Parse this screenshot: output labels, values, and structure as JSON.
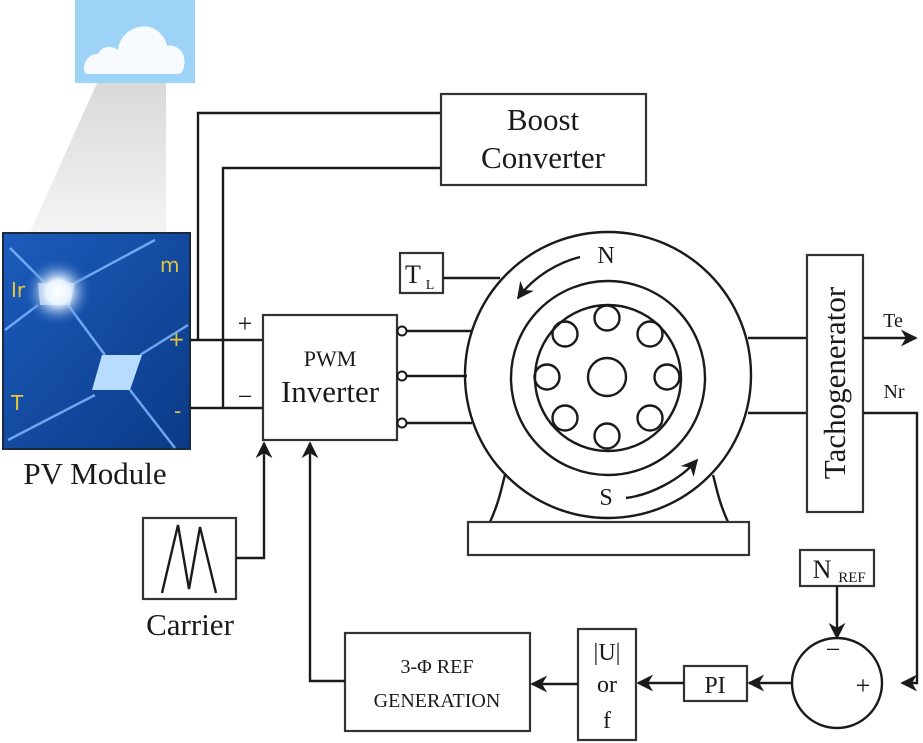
{
  "diagram": {
    "title": "PV-fed Induction Motor Drive with Speed Control",
    "colors": {
      "sky": "#9dd3f7",
      "panel_dark": "#0b3f8e",
      "panel_mid": "#1f5fbf",
      "panel_label": "#e8c53a",
      "line": "#1a1a1a"
    },
    "pv_module": {
      "label": "PV Module",
      "inputs": {
        "irradiance": "Ir",
        "temperature": "T"
      },
      "outputs": {
        "m": "m",
        "plus": "+",
        "minus": "-"
      }
    },
    "boost_converter": {
      "line1": "Boost",
      "line2": "Converter"
    },
    "dc_link": {
      "plus": "+",
      "minus": "−"
    },
    "inverter": {
      "line1": "PWM",
      "line2": "Inverter"
    },
    "load_torque": {
      "main": "T",
      "sub": "L"
    },
    "motor": {
      "north": "N",
      "south": "S"
    },
    "tachogenerator": {
      "label": "Tachogenerator"
    },
    "outputs": {
      "torque": "Te",
      "speed": "Nr"
    },
    "speed_reference": {
      "main": "N",
      "sub": "REF"
    },
    "summing_junction": {
      "minus": "−",
      "plus": "+"
    },
    "pi_controller": {
      "label": "PI"
    },
    "selector": {
      "line1": "|U|",
      "line2": "or",
      "line3": "f"
    },
    "ref_generation": {
      "line1": "3-Φ REF",
      "line2": "GENERATION"
    },
    "carrier": {
      "label": "Carrier"
    }
  }
}
